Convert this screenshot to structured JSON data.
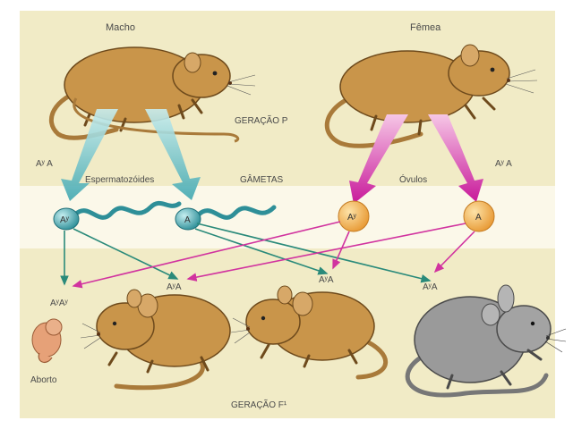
{
  "labels": {
    "macho": "Macho",
    "femea": "Fêmea",
    "geracao_p": "GERAÇÃO P",
    "gametas": "GÂMETAS",
    "espermatozoides": "Espermatozóides",
    "ovulos": "Óvulos",
    "genotype_male": "Aʸ A",
    "genotype_female": "Aʸ A",
    "gamete_ay": "Aʸ",
    "gamete_a": "A",
    "offspring_1": "AʸAʸ",
    "offspring_2": "AʸA",
    "offspring_3": "AʸA",
    "offspring_4": "AʸA",
    "aborto": "Aborto",
    "geracao_f1": "GERAÇÃO F¹"
  },
  "colors": {
    "background": "#f1ebc6",
    "gamete_band": "#fbf8e9",
    "mouse_body": "#c9954a",
    "mouse_outline": "#6e4a1c",
    "grey_mouse": "#9a9a9a",
    "sperm": "#3fa0a8",
    "ovum": "#f3c06a",
    "male_arrow": "#2a8a7a",
    "female_arrow": "#d1339f"
  }
}
